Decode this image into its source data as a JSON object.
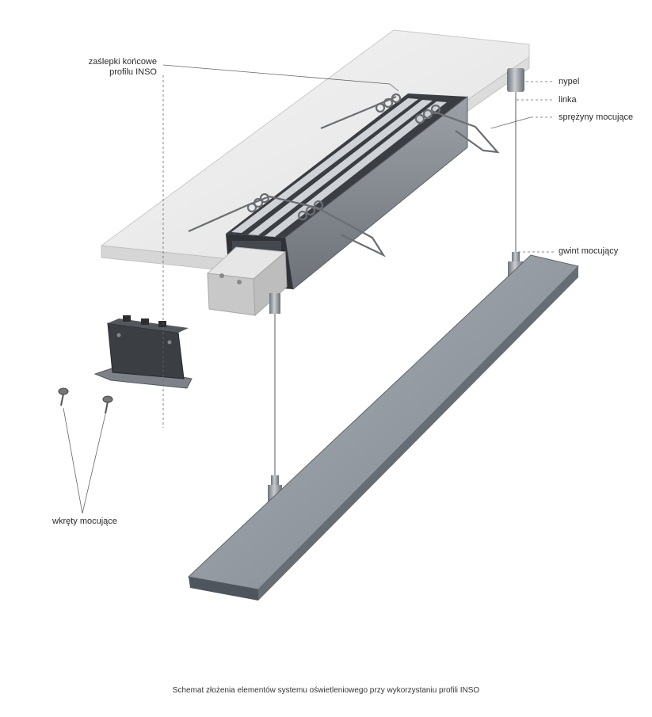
{
  "labels": {
    "end_caps_line1": "zaślepki końcowe",
    "end_caps_line2": "profilu INSO",
    "nipple": "nypel",
    "wire": "linka",
    "springs": "sprężyny mocujące",
    "thread": "gwint mocujący",
    "screws": "wkręty mocujące"
  },
  "caption": "Schemat złożenia elementów systemu oświetleniowego przy wykorzystaniu profili INSO",
  "colors": {
    "board_top": "#eeeeee",
    "board_front": "#d9d9d9",
    "profile_metal": "#8a8f96",
    "profile_dark": "#2e3136",
    "lamp_top": "#9aa1a8",
    "lamp_side": "#5d646b",
    "leader_line": "#666666"
  }
}
